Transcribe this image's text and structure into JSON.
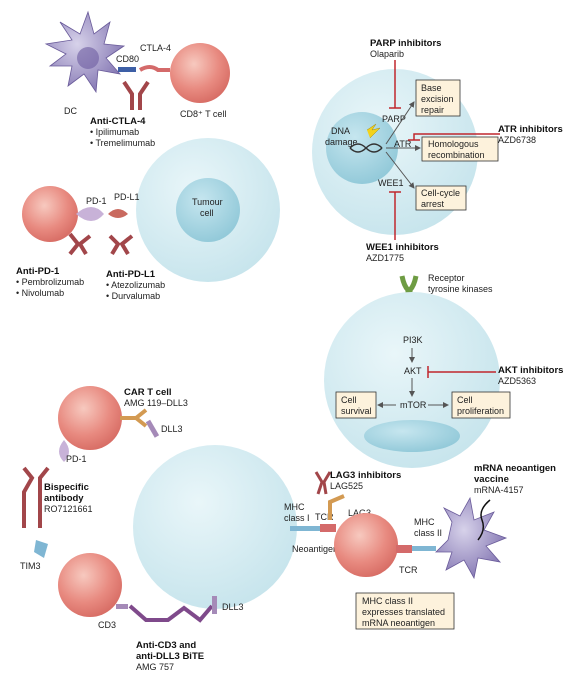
{
  "immune_checkpoints": {
    "dc_label": "DC",
    "cd80_label": "CD80",
    "ctla4_label": "CTLA-4",
    "cd8_label": "CD8⁺ T cell",
    "anti_ctla4_title": "Anti-CTLA-4",
    "anti_ctla4_drugs": [
      "• Ipilimumab",
      "• Tremelimumab"
    ],
    "pd1_label": "PD-1",
    "pdl1_label": "PD-L1",
    "tumour_cell_label": [
      "Tumour",
      "cell"
    ],
    "anti_pd1_title": "Anti-PD-1",
    "anti_pd1_drugs": [
      "• Pembrolizumab",
      "• Nivolumab"
    ],
    "anti_pdl1_title": "Anti-PD-L1",
    "anti_pdl1_drugs": [
      "• Atezolizumab",
      "• Durvalumab"
    ]
  },
  "ddr": {
    "parp_inhibitors_title": "PARP inhibitors",
    "parp_inhibitors_drug": "Olaparib",
    "parp_label": "PARP",
    "dna_damage_label": [
      "DNA",
      "damage"
    ],
    "atr_label": "ATR",
    "wee1_label": "WEE1",
    "box_ber": [
      "Base",
      "excision",
      "repair"
    ],
    "box_hr": [
      "Homologous",
      "recombination"
    ],
    "box_arrest": [
      "Cell-cycle",
      "arrest"
    ],
    "atr_inhibitors_title": "ATR inhibitors",
    "atr_inhibitors_drug": "AZD6738",
    "wee1_inhibitors_title": "WEE1 inhibitors",
    "wee1_inhibitors_drug": "AZD1775"
  },
  "pi3k": {
    "rtk_label": [
      "Receptor",
      "tyrosine kinases"
    ],
    "pi3k_label": "PI3K",
    "akt_label": "AKT",
    "mtor_label": "mTOR",
    "akt_inhibitors_title": "AKT inhibitors",
    "akt_inhibitors_drug": "AZD5363",
    "box_survival": [
      "Cell",
      "survival"
    ],
    "box_proliferation": [
      "Cell",
      "proliferation"
    ]
  },
  "bottom": {
    "car_t_title": "CAR T cell",
    "car_t_drug": "AMG 119–DLL3",
    "dll3_label": "DLL3",
    "pd1_label": "PD-1",
    "bispecific_title": [
      "Bispecific",
      "antibody"
    ],
    "bispecific_drug": "RO7121661",
    "tim3_label": "TIM3",
    "cd3_label": "CD3",
    "dll3_label_2": "DLL3",
    "bite_title": [
      "Anti-CD3 and",
      "anti-DLL3 BiTE"
    ],
    "bite_drug": "AMG 757",
    "lag3_inhibitors_title": "LAG3 inhibitors",
    "lag3_inhibitors_drug": "LAG525",
    "lag3_label": "LAG3",
    "mhc1_label": [
      "MHC",
      "class I"
    ],
    "tcr_label": "TCR",
    "tcr_label_2": "TCR",
    "neoantigen_label": "Neoantigen",
    "mhc2_label": [
      "MHC",
      "class II"
    ],
    "vaccine_title": [
      "mRNA neoantigen",
      "vaccine"
    ],
    "vaccine_drug": "mRNA-4157",
    "mhc2_box": [
      "MHC class II",
      "expresses translated",
      "mRNA neoantigen"
    ]
  },
  "colors": {
    "tcell": "#e88a80",
    "tumour": "#cfe9ef",
    "nucleus": "#a9d6e2",
    "dc": "#8e7fb8",
    "antibody": "#a2464a",
    "receptor_pink": "#d46a6a",
    "receptor_purple": "#a58ab8",
    "car": "#d39a52",
    "box_fill": "#fdf2dc",
    "inhibitor_red": "#c0272d"
  }
}
